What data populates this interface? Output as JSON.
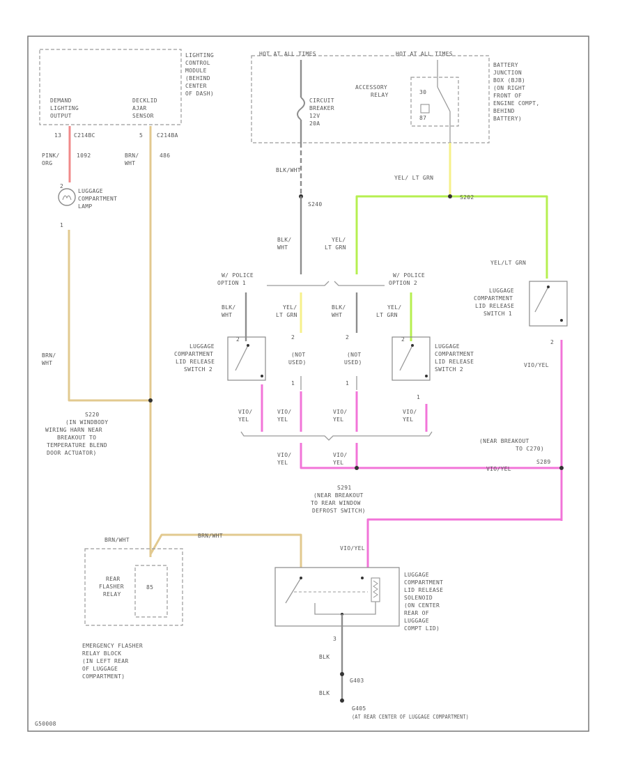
{
  "colors": {
    "pink_wire": "#f08a8a",
    "tan_wire": "#e2c98f",
    "yellow_wire": "#f6f08a",
    "lime_wire": "#b6ef50",
    "magenta_wire": "#f274d8",
    "gray_wire": "#8c8c8c"
  },
  "lighting_module": {
    "title": [
      "LIGHTING",
      "CONTROL",
      "MODULE",
      "(BEHIND",
      "CENTER",
      "OF DASH)"
    ],
    "pin_left": [
      "DEMAND",
      "LIGHTING",
      "OUTPUT"
    ],
    "pin_right": [
      "DECKLID",
      "AJAR",
      "SENSOR"
    ],
    "pin_left_num": "13",
    "pin_right_num": "5",
    "conn_left": "C214BC",
    "conn_right": "C214BA"
  },
  "left_wires": {
    "pink_label": [
      "PINK/",
      "ORG"
    ],
    "pink_circuit": "1092",
    "tan_label": [
      "BRN/",
      "WHT"
    ],
    "tan_circuit": "486"
  },
  "lamp": {
    "label": [
      "LUGGAGE",
      "COMPARTMENT",
      "LAMP"
    ],
    "pin_top": "2",
    "pin_bottom": "1"
  },
  "brn_wht_lower": [
    "BRN/",
    "WHT"
  ],
  "splice_s220": [
    "S220",
    "(IN WINDBODY",
    "WIRING HARN NEAR",
    "BREAKOUT TO",
    "TEMPERATURE BLEND",
    "DOOR ACTUATOR)"
  ],
  "battery_box": {
    "hot_left": "HOT AT ALL TIMES",
    "hot_right": "HOT AT ALL TIMES",
    "breaker": [
      "CIRCUIT",
      "BREAKER",
      "12V",
      "20A"
    ],
    "relay": [
      "ACCESSORY",
      "RELAY"
    ],
    "relay_pin_top": "30",
    "relay_pin_bottom": "87",
    "label": [
      "BATTERY",
      "JUNCTION",
      "BOX (BJB)",
      "(ON RIGHT",
      "FRONT OF",
      "ENGINE COMPT,",
      "BEHIND",
      "BATTERY)"
    ]
  },
  "mid_wires": {
    "blk_wht_top": "BLK/WHT",
    "s240": "S240",
    "yel_lt_grn_top": "YEL/ LT GRN",
    "s202": "S202",
    "blk_wht_mid": [
      "BLK/",
      "WHT"
    ],
    "yel_lt_grn_mid": [
      "YEL/",
      "LT GRN"
    ],
    "police_left": [
      "W/ POLICE",
      "OPTION 1"
    ],
    "police_right": [
      "W/ POLICE",
      "OPTION 2"
    ],
    "yel_lt_grn_right": "YEL/LT GRN"
  },
  "branches": {
    "blk_wht": [
      "BLK/",
      "WHT"
    ],
    "yel_lt_grn": [
      "YEL/",
      "LT GRN"
    ],
    "pin_2": "2",
    "pin_1": "1",
    "not_used": [
      "(NOT",
      "USED)"
    ],
    "vio_yel": [
      "VIO/",
      "YEL"
    ]
  },
  "switch_left": [
    "LUGGAGE",
    "COMPARTMENT",
    "LID RELEASE",
    "SWITCH 2"
  ],
  "switch_mid": [
    "LUGGAGE",
    "COMPARTMENT",
    "LID RELEASE",
    "SWITCH 2"
  ],
  "switch_right": [
    "LUGGAGE",
    "COMPARTMENT",
    "LID RELEASE",
    "SWITCH 1"
  ],
  "vio_yel_right": "VIO/YEL",
  "near_breakout": [
    "(NEAR BREAKOUT",
    "TO C270)"
  ],
  "s291": [
    "S291",
    "(NEAR BREAKOUT",
    "TO REAR WINDOW",
    "DEFROST SWITCH)"
  ],
  "s289": "S289",
  "vio_yel_h": "VIO/YEL",
  "vio_yel_low": "VIO/YEL",
  "brn_wht_h": "BRN/WHT",
  "brn_wht_relay": "BRN/WHT",
  "flasher": {
    "name": [
      "REAR",
      "FLASHER",
      "RELAY"
    ],
    "pin": "85",
    "location": [
      "EMERGENCY FLASHER",
      "RELAY BLOCK",
      "(IN LEFT REAR",
      "OF LUGGAGE",
      "COMPARTMENT)"
    ]
  },
  "solenoid": {
    "label": [
      "LUGGAGE",
      "COMPARTMENT",
      "LID RELEASE",
      "SOLENOID",
      "(ON CENTER",
      "REAR OF",
      "LUGGAGE",
      "COMPT LID)"
    ],
    "pin": "3"
  },
  "ground": {
    "blk_1": "BLK",
    "g403": "G403",
    "blk_2": "BLK",
    "name": "G405",
    "location": "(AT REAR CENTER OF LUGGAGE COMPARTMENT)"
  },
  "figure_id": "G50008"
}
